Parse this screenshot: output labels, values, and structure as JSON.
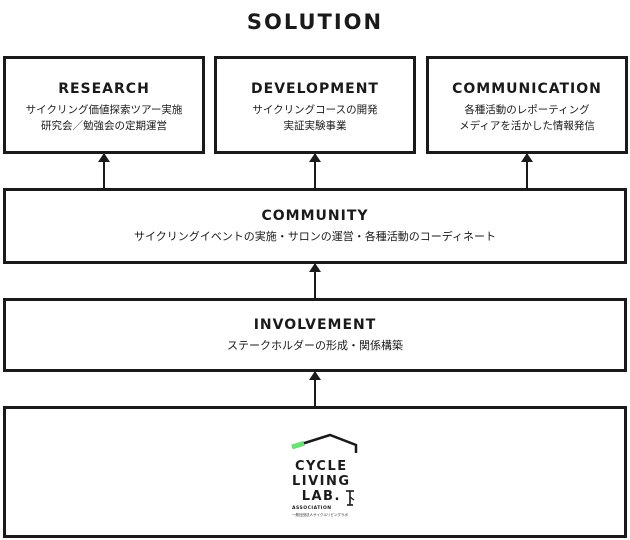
{
  "title": "SOLUTION",
  "top_boxes": [
    {
      "title": "RESEARCH",
      "lines": [
        "サイクリング価値探索ツアー実施",
        "研究会／勉強会の定期運営"
      ]
    },
    {
      "title": "DEVELOPMENT",
      "lines": [
        "サイクリングコースの開発",
        "実証実験事業"
      ]
    },
    {
      "title": "COMMUNICATION",
      "lines": [
        "各種活動のレポーティング",
        "メディアを活かした情報発信"
      ]
    }
  ],
  "community": {
    "title": "COMMUNITY",
    "line": "サイクリングイベントの実施・サロンの運営・各種活動のコーディネート"
  },
  "involvement": {
    "title": "INVOLVEMENT",
    "line": "ステークホルダーの形成・関係構築"
  },
  "logo": {
    "line1": "CYCLE",
    "line2": "LIVING",
    "line3": "LAB.",
    "association": "ASSOCIATION",
    "subtitle": "一般社団法人サイクルリビングラボ",
    "accent_color": "#6ee07a"
  }
}
